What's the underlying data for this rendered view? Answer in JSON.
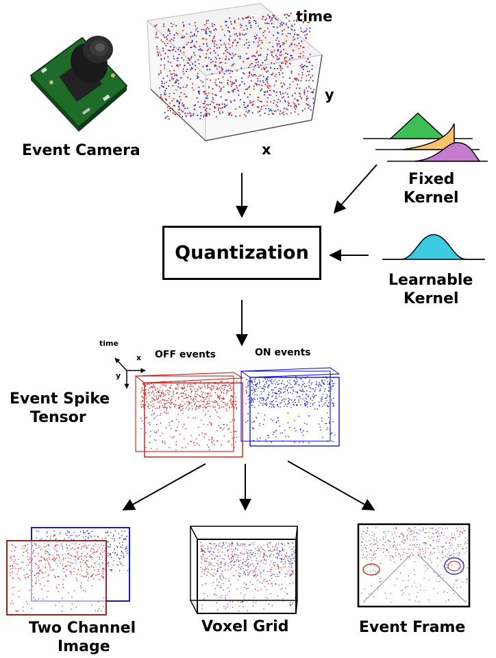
{
  "labels": {
    "event_camera": "Event Camera",
    "time_axis": "time",
    "x_axis": "x",
    "y_axis": "y",
    "fixed_kernel_line1": "Fixed",
    "fixed_kernel_line2": "Kernel",
    "quantization": "Quantization",
    "learnable_kernel_line1": "Learnable",
    "learnable_kernel_line2": "Kernel",
    "event_spike_tensor_line1": "Event Spike",
    "event_spike_tensor_line2": "Tensor",
    "off_events": "OFF events",
    "on_events": "ON events",
    "small_time": "time",
    "small_x": "x",
    "small_y": "y",
    "two_channel_line1": "Two Channel",
    "two_channel_line2": "Image",
    "voxel_grid": "Voxel Grid",
    "event_frame": "Event Frame"
  },
  "colors": {
    "on_event": "#1f1fd6",
    "off_event": "#d61f1f",
    "kernel_green": "#3dbf55",
    "kernel_orange": "#fcc26a",
    "kernel_purple": "#c77bd0",
    "kernel_cyan": "#3ccbe0",
    "pcb_green": "#1e6b2a"
  }
}
